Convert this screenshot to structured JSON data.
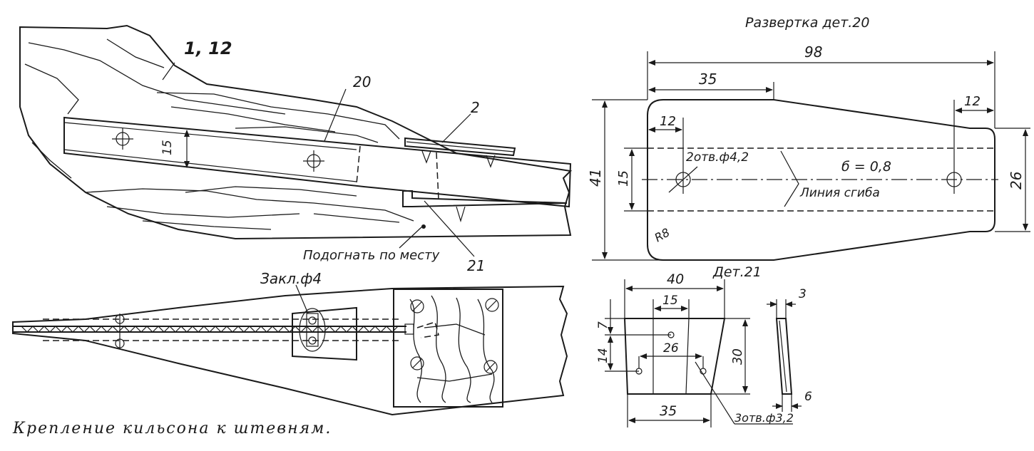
{
  "labels": {
    "part_1_12": "1, 12",
    "part_20": "20",
    "part_2": "2",
    "part_21": "21",
    "fit_note": "Подогнать по месту",
    "rivet_note": "Закл.ф4"
  },
  "dimensions_side": {
    "height_15": "15"
  },
  "flat_pattern": {
    "title": "Развертка дет.20",
    "dim_98": "98",
    "dim_35": "35",
    "dim_12_right": "12",
    "dim_12_left": "12",
    "dim_41": "41",
    "dim_15": "15",
    "dim_26": "26",
    "holes_note": "2отв.ф4,2",
    "thickness": "б = 0,8",
    "bend_line": "Линия сгиба",
    "radius": "R8"
  },
  "part_21": {
    "title": "Дет.21",
    "dim_40": "40",
    "dim_15": "15",
    "dim_7": "7",
    "dim_14": "14",
    "dim_26": "26",
    "dim_30": "30",
    "dim_35": "35",
    "dim_3": "3",
    "dim_6": "6",
    "holes_note": "3отв.ф3,2"
  },
  "caption": "Крепление кильсона к штевням."
}
